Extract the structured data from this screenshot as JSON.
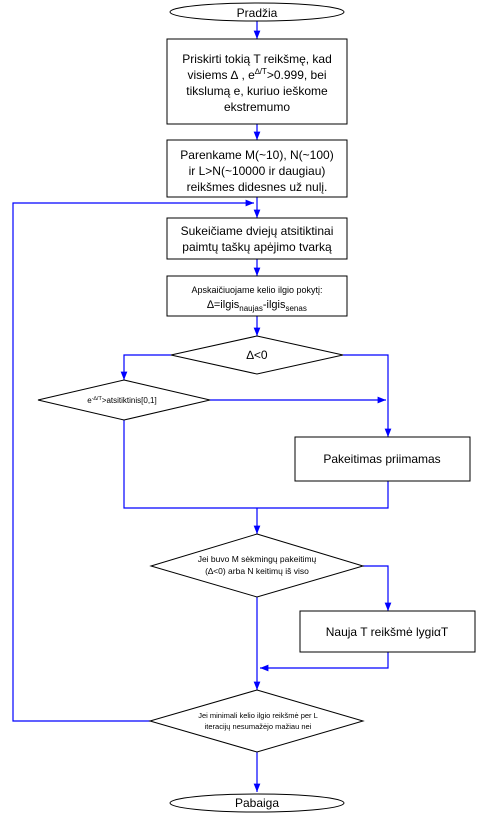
{
  "start": "Pradžia",
  "end": "Pabaiga",
  "step1": {
    "line1": "Priskirti tokią T reikšmę, kad",
    "line2a": "visiems ∆ , e",
    "line2sup": "∆/T",
    "line2b": ">0.999, bei",
    "line3": "tikslumą e, kuriuo ieškome",
    "line4": "ekstremumo"
  },
  "step2": {
    "line1": "Parenkame M(~10), N(~100)",
    "line2": "ir L>N(~10000 ir daugiau)",
    "line3": "reikšmes didesnes už nulį."
  },
  "step3": {
    "line1": "Sukeičiame dviejų atsitiktinai",
    "line2": "paimtų taškų apėjimo tvarką"
  },
  "step4": {
    "line1": "Apskaičiuojame kelio ilgio pokytį:",
    "line2a": "∆=ilgis",
    "sub1": "naujas",
    "line2b": "-ilgis",
    "sub2": "senas"
  },
  "decision1": "∆<0",
  "decision2": {
    "pre": "e",
    "sup": "-∆/T",
    "post": ">atsitiktinis[0,1]"
  },
  "accept": "Pakeitimas priimamas",
  "decision3": {
    "line1": "Jei buvo M sėkmingų pakeitimų",
    "line2": "(∆<0) arba N keitimų iš viso"
  },
  "newT": "Nauja T reikšmė lygiαT",
  "decision4": {
    "line1": "Jei minimali kelio ilgio reikšmė per L",
    "line2": "iteracijų nesumažėjo mažiau nei"
  },
  "colors": {
    "line": "#0000ff",
    "shape": "#000000"
  }
}
